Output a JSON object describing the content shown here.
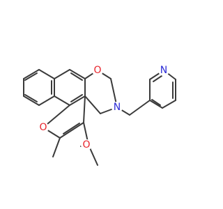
{
  "molecule": {
    "atoms": {
      "o_ring_ether": "O",
      "n_ring_amine": "N",
      "o_furan": "O",
      "o_carbonyl": "O",
      "n_pyridine": "N"
    },
    "colors": {
      "bond": "#3a3a3a",
      "oxygen": "#e8242c",
      "nitrogen": "#2b2bd6"
    }
  }
}
